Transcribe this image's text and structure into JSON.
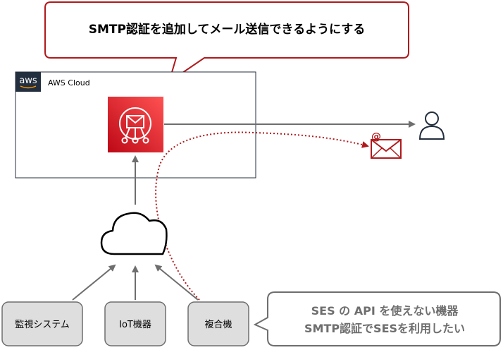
{
  "callout_top": {
    "text": "SMTP認証を追加してメール送信できるようにする"
  },
  "aws_cloud": {
    "logo_text": "aws",
    "label": "AWS Cloud"
  },
  "devices": [
    {
      "label": "監視システム"
    },
    {
      "label": "IoT機器"
    },
    {
      "label": "複合機"
    }
  ],
  "email_icon": {
    "at_symbol": "@"
  },
  "callout_bottom": {
    "line1": "SES の API を使えない機器",
    "line2": "SMTP認証でSESを利用したい"
  },
  "colors": {
    "callout_red": "#b0191c",
    "ses_red": "#d6242d",
    "device_fill": "#dedede",
    "arrow_gray": "#707070",
    "dotted_red": "#b0191c",
    "bottom_callout_border": "#6e6e6e"
  },
  "icons": [
    "aws-logo-icon",
    "ses-icon",
    "user-icon",
    "email-icon",
    "cloud-icon"
  ]
}
